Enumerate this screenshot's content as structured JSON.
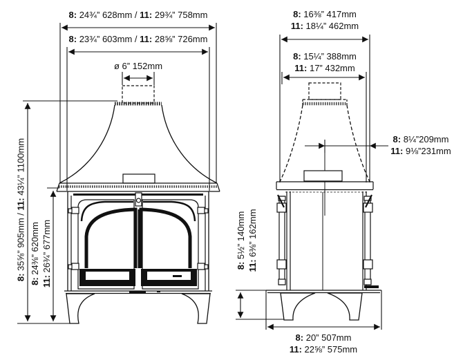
{
  "colors": {
    "line": "#111111",
    "text": "#111111",
    "background": "#ffffff"
  },
  "labels": {
    "front_total_width": {
      "m8": "8:",
      "v8": "24¾” 628mm",
      "sep": "/",
      "m11": "11:",
      "v11": "29¾” 758mm"
    },
    "front_body_width": {
      "m8": "8:",
      "v8": "23¾” 603mm",
      "sep": "/",
      "m11": "11:",
      "v11": "28⅝” 726mm"
    },
    "flue_diameter": {
      "text": "ø 6” 152mm"
    },
    "front_total_height": {
      "m8": "8:",
      "v8": "35⅝” 905mm",
      "sep": "/",
      "m11": "11:",
      "v11": "43¼” 1100mm"
    },
    "front_body_height": {
      "m8": "8:",
      "v8": "24⅜” 620mm",
      "m11": "11:",
      "v11": "26¾” 677mm"
    },
    "leg_height": {
      "m8": "8:",
      "v8": "5½” 140mm",
      "m11": "11:",
      "v11": "6⅜” 162mm"
    },
    "side_total_depth": {
      "m8": "8:",
      "v8": "16⅜” 417mm",
      "m11": "11:",
      "v11": "18¼” 462mm"
    },
    "side_body_depth": {
      "m8": "8:",
      "v8": "15¼” 388mm",
      "m11": "11:",
      "v11": "17” 432mm"
    },
    "flue_centre_offset": {
      "m8": "8:",
      "v8": "8¼”209mm",
      "m11": "11:",
      "v11": "9⅛”231mm"
    },
    "base_depth": {
      "m8": "8:",
      "v8": "20” 507mm",
      "m11": "11:",
      "v11": "22⅝” 575mm"
    }
  }
}
